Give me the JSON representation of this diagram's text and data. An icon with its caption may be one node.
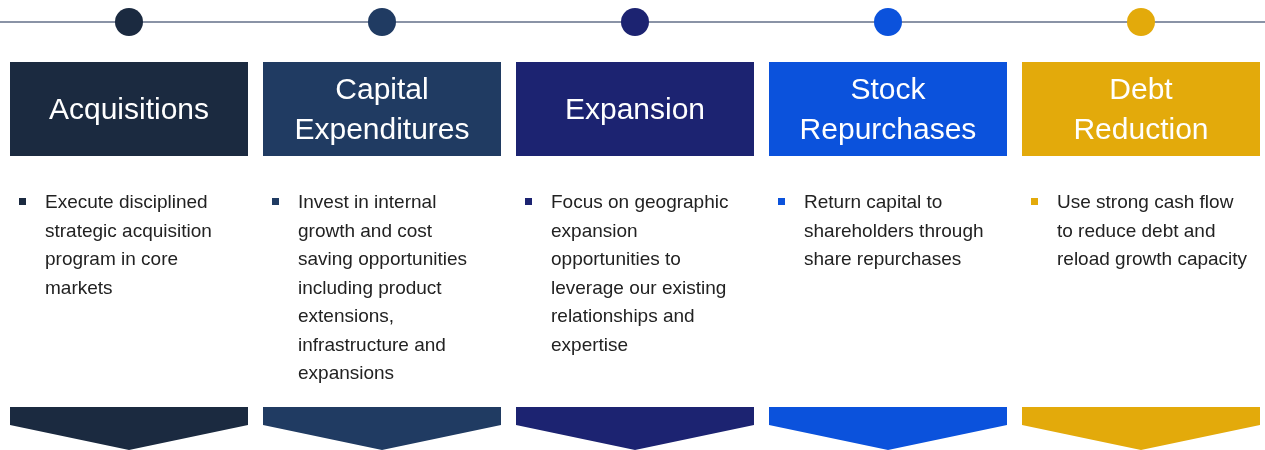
{
  "diagram": {
    "nodes": [
      {
        "text": [
          "Acquisitions"
        ],
        "beside": [
          "Execute disciplined strategic acquisition program in core markets"
        ]
      },
      {
        "text": [
          "Capital Expenditures"
        ],
        "beside": [
          "Invest in internal growth and cost saving opportunities including product extensions, infrastructure and expansions"
        ]
      },
      {
        "text": [
          "Expansion"
        ],
        "beside": [
          "Focus on geographic expansion opportunities to leverage our existing relationships and expertise"
        ]
      },
      {
        "text": [
          "Stock Repurchases"
        ],
        "beside": [
          "Return capital to shareholders through share repurchases"
        ]
      },
      {
        "text": [
          "Debt Reduction"
        ],
        "beside": [
          "Use strong cash flow to reduce debt and reload growth capacity"
        ]
      },
      {
        "text": [],
        "shape": "chevron"
      },
      {
        "text": [],
        "shape": "chevron"
      },
      {
        "text": [],
        "shape": "chevron"
      },
      {
        "text": [],
        "shape": "chevron"
      },
      {
        "text": [],
        "shape": "chevron"
      }
    ]
  }
}
